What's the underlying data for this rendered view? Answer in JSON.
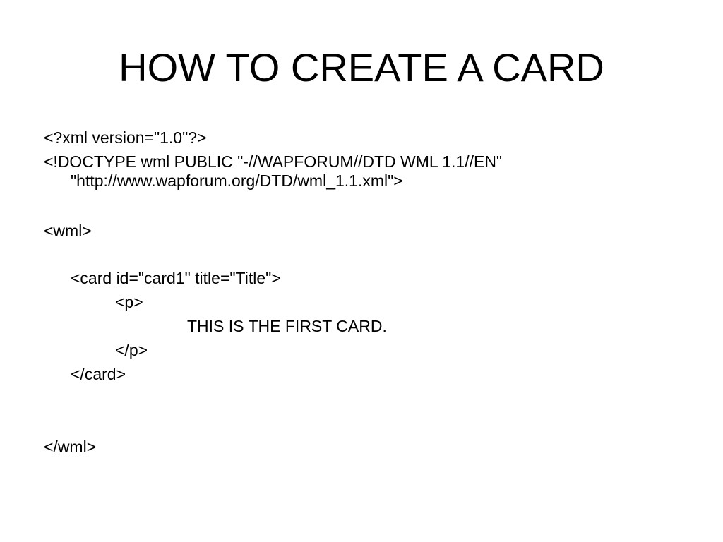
{
  "slide": {
    "title": "HOW TO CREATE A CARD",
    "lines": [
      "<?xml version=\"1.0\"?>",
      "<!DOCTYPE wml PUBLIC \"-//WAPFORUM//DTD WML 1.1//EN\"",
      "\"http://www.wapforum.org/DTD/wml_1.1.xml\">",
      "<wml>",
      "<card id=\"card1\" title=\"Title\">",
      "<p>",
      "THIS IS THE FIRST CARD.",
      "</p>",
      "</card>",
      "</wml>"
    ]
  }
}
